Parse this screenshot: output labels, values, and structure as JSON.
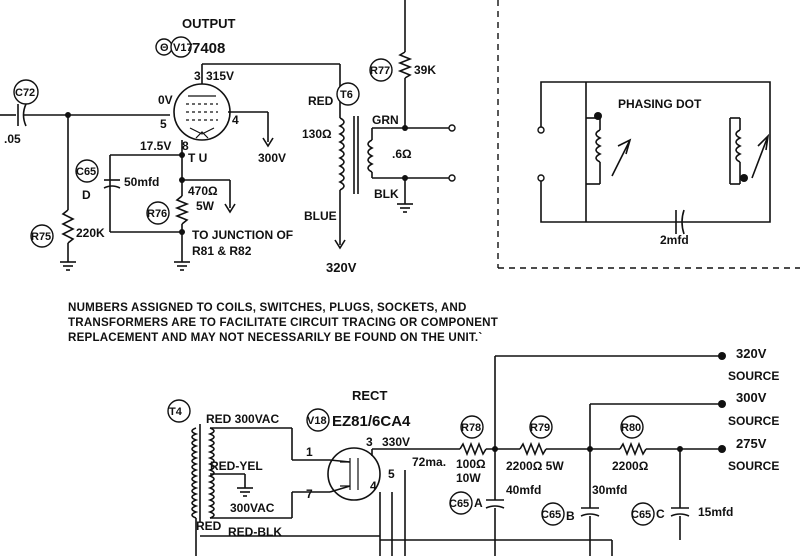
{
  "top_left": {
    "output_label": "OUTPUT",
    "v17_ref": "V17",
    "v17_circle_prefix": "Θ",
    "v17_type": "7408",
    "c72_ref": "C72",
    "c72_value": ".05",
    "pin3": "3",
    "pin5": "5",
    "pin4": "4",
    "pin8": "8",
    "v315": "315V",
    "v0": "0V",
    "v175": "17.5V",
    "v300": "300V",
    "tube_code": "T U",
    "c65_ref": "C65",
    "c65_sect": "D",
    "c65_value": "50mfd",
    "r76_ref": "R76",
    "r76_value": "470Ω",
    "r76_watt": "5W",
    "junction_line1": "TO JUNCTION OF",
    "junction_line2": "R81 & R82",
    "r75_ref": "R75",
    "r75_value": "220K",
    "r77_ref": "R77",
    "r77_value": "39K",
    "t6_ref": "T6",
    "red_label": "RED",
    "ohm130": "130Ω",
    "blue_label": "BLUE",
    "grn_label": "GRN",
    "blk_label": "BLK",
    "ohm6": ".6Ω",
    "v320": "320V"
  },
  "phasing": {
    "label": "PHASING DOT",
    "cap_value": "2mfd"
  },
  "note_text": "NUMBERS ASSIGNED TO COILS, SWITCHES, PLUGS, SOCKETS, AND TRANSFORMERS ARE TO FACILITATE CIRCUIT TRACING OR COMPONENT REPLACEMENT AND MAY NOT NECESSARILY BE FOUND ON THE UNIT.`",
  "power": {
    "t4_ref": "T4",
    "red300": "RED 300VAC",
    "redyel": "RED-YEL",
    "vac300": "300VAC",
    "red": "RED",
    "redblk": "RED-BLK",
    "rect_label": "RECT",
    "v18_ref": "V18",
    "v18_type": "EZ81/6CA4",
    "pin3": "3",
    "v330": "330V",
    "pin1": "1",
    "pin7": "7",
    "pin4": "4",
    "pin5": "5",
    "ma72": "72ma.",
    "r78_ref": "R78",
    "r78_value": "100Ω",
    "r78_watt": "10W",
    "r79_ref": "R79",
    "r79_value": "2200Ω 5W",
    "r80_ref": "R80",
    "r80_value": "2200Ω",
    "c65a_ref": "C65",
    "c65a_sect": "A",
    "c65a_value": "40mfd",
    "c65b_ref": "C65",
    "c65b_sect": "B",
    "c65b_value": "30mfd",
    "c65c_ref": "C65",
    "c65c_sect": "C",
    "c65c_value": "15mfd",
    "src1_v": "320V",
    "src1_l": "SOURCE",
    "src2_v": "300V",
    "src2_l": "SOURCE",
    "src3_v": "275V",
    "src3_l": "SOURCE"
  }
}
